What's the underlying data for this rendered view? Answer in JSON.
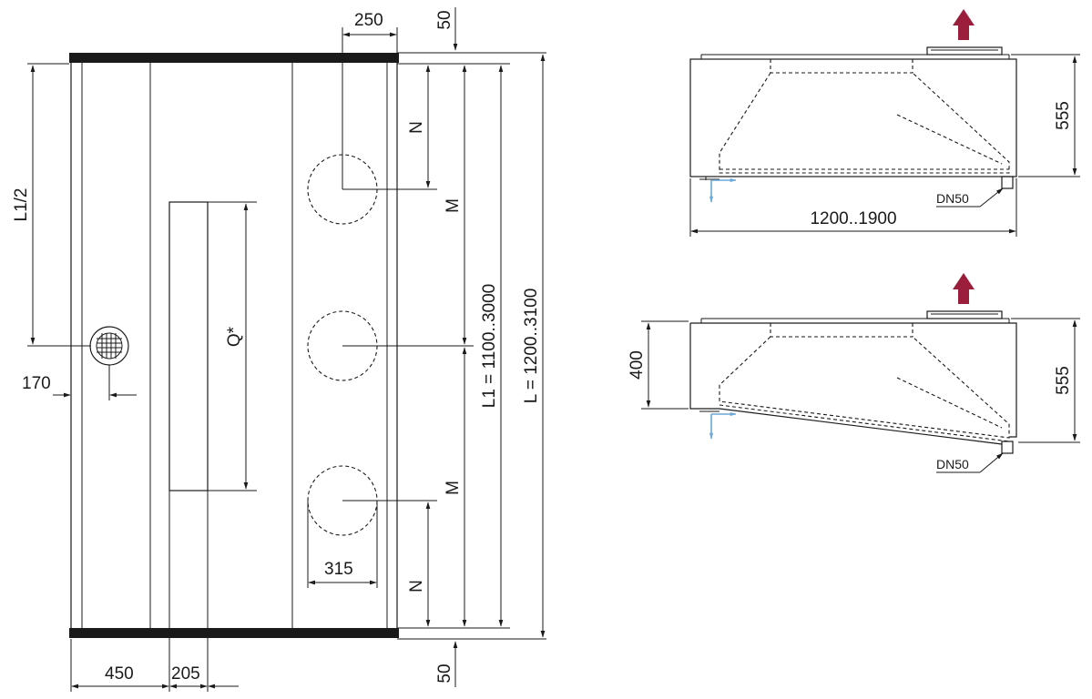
{
  "plan_view": {
    "dim_top_width": "250",
    "dim_top_offset": "50",
    "dim_half_length": "L1/2",
    "dim_n_top": "N",
    "dim_m_top": "M",
    "dim_l1": "L1 = 1100..3000",
    "dim_l": "L = 1200..3100",
    "dim_q": "Q*",
    "dim_170": "170",
    "dim_m_bottom": "M",
    "dim_315": "315",
    "dim_n_bottom": "N",
    "dim_450": "450",
    "dim_205": "205",
    "dim_bottom_offset": "50"
  },
  "side_view_top": {
    "dim_height": "555",
    "dim_width": "1200..1900",
    "drain_label": "DN50"
  },
  "side_view_bottom": {
    "dim_front_height": "400",
    "dim_height": "555",
    "drain_label": "DN50"
  },
  "colors": {
    "exhaust_arrow": "#9b1e3c",
    "drain_arrow": "#6aa8d8",
    "line": "#1a1a1a"
  }
}
